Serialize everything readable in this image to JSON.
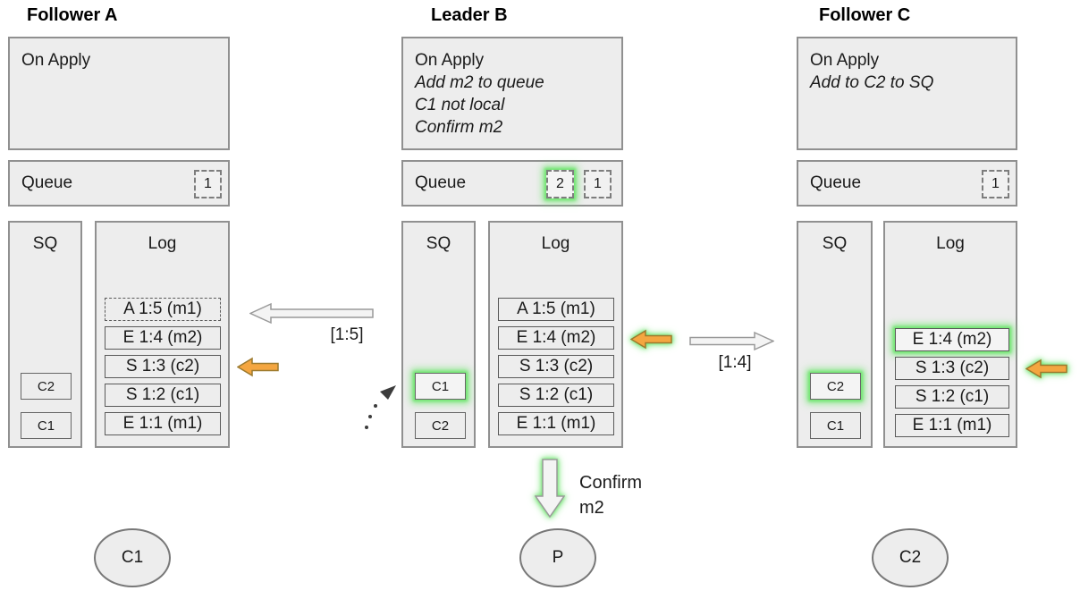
{
  "nodes": [
    {
      "title": "Follower A",
      "on_apply": {
        "title": "On Apply",
        "lines": []
      },
      "queue": {
        "label": "Queue",
        "items": [
          {
            "value": "1",
            "highlighted": false
          }
        ]
      },
      "sq": {
        "label": "SQ",
        "items": [
          {
            "value": "C2",
            "highlighted": false
          },
          {
            "value": "C1",
            "highlighted": false
          }
        ]
      },
      "log": {
        "label": "Log",
        "entries": [
          {
            "text": "A 1:5 (m1)",
            "border": "dashed",
            "highlighted": false
          },
          {
            "text": "E 1:4 (m2)",
            "border": "solid",
            "highlighted": false
          },
          {
            "text": "S 1:3 (c2)",
            "border": "solid",
            "highlighted": false
          },
          {
            "text": "S 1:2 (c1)",
            "border": "solid",
            "highlighted": false
          },
          {
            "text": "E 1:1 (m1)",
            "border": "solid",
            "highlighted": false
          }
        ]
      }
    },
    {
      "title": "Leader B",
      "on_apply": {
        "title": "On Apply",
        "lines": [
          "Add m2 to queue",
          "C1 not local",
          "Confirm m2"
        ]
      },
      "queue": {
        "label": "Queue",
        "items": [
          {
            "value": "2",
            "highlighted": true
          },
          {
            "value": "1",
            "highlighted": false
          }
        ]
      },
      "sq": {
        "label": "SQ",
        "items": [
          {
            "value": "C1",
            "highlighted": true
          },
          {
            "value": "C2",
            "highlighted": false
          }
        ]
      },
      "log": {
        "label": "Log",
        "entries": [
          {
            "text": "A 1:5 (m1)",
            "border": "solid",
            "highlighted": false
          },
          {
            "text": "E 1:4 (m2)",
            "border": "solid",
            "highlighted": false
          },
          {
            "text": "S 1:3 (c2)",
            "border": "solid",
            "highlighted": false
          },
          {
            "text": "S 1:2 (c1)",
            "border": "solid",
            "highlighted": false
          },
          {
            "text": "E 1:1 (m1)",
            "border": "solid",
            "highlighted": false
          }
        ]
      }
    },
    {
      "title": "Follower C",
      "on_apply": {
        "title": "On Apply",
        "lines": [
          "Add to C2 to SQ"
        ]
      },
      "queue": {
        "label": "Queue",
        "items": [
          {
            "value": "1",
            "highlighted": false
          }
        ]
      },
      "sq": {
        "label": "SQ",
        "items": [
          {
            "value": "C2",
            "highlighted": true
          },
          {
            "value": "C1",
            "highlighted": false
          }
        ]
      },
      "log": {
        "label": "Log",
        "entries": [
          {
            "text": "E 1:4 (m2)",
            "border": "solid",
            "highlighted": true
          },
          {
            "text": "S 1:3 (c2)",
            "border": "solid",
            "highlighted": false
          },
          {
            "text": "S 1:2 (c1)",
            "border": "solid",
            "highlighted": false
          },
          {
            "text": "E 1:1 (m1)",
            "border": "solid",
            "highlighted": false
          }
        ]
      }
    }
  ],
  "arrows": {
    "replicate_to_a": {
      "label": "[1:5]",
      "direction": "left"
    },
    "replicate_to_c": {
      "label": "[1:4]",
      "direction": "right"
    },
    "confirm": {
      "line1": "Confirm",
      "line2": "m2",
      "direction": "down"
    }
  },
  "clients": [
    {
      "label": "C1"
    },
    {
      "label": "P"
    },
    {
      "label": "C2"
    }
  ],
  "colors": {
    "box_fill": "#ededed",
    "box_border": "#909090",
    "highlight_green": "#74e674",
    "arrow_orange": "#f4a640",
    "arrow_orange_border": "#9c7a2e",
    "white_arrow_fill": "#f4f4f4",
    "white_arrow_border": "#999999"
  }
}
